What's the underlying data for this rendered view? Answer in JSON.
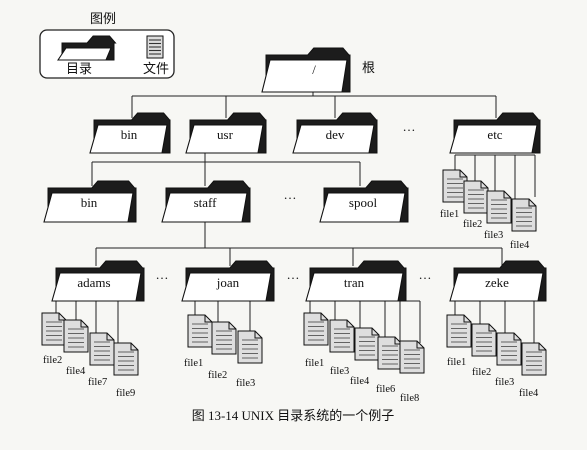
{
  "legend": {
    "title": "图例",
    "dir_label": "目录",
    "file_label": "文件"
  },
  "root": {
    "name": "/",
    "note": "根"
  },
  "level1": {
    "dirs": [
      "bin",
      "usr",
      "dev",
      "etc"
    ],
    "ellipsis": "…",
    "etc_files": [
      "file1",
      "file2",
      "file3",
      "file4"
    ]
  },
  "level2": {
    "dirs": [
      "bin",
      "staff",
      "spool"
    ],
    "ellipsis": "…"
  },
  "level3": {
    "ellipsis": "…",
    "users": [
      {
        "name": "adams",
        "files": [
          "file2",
          "file4",
          "file7",
          "file9"
        ]
      },
      {
        "name": "joan",
        "files": [
          "file1",
          "file2",
          "file3"
        ]
      },
      {
        "name": "tran",
        "files": [
          "file1",
          "file3",
          "file4",
          "file6",
          "file8"
        ]
      },
      {
        "name": "zeke",
        "files": [
          "file1",
          "file2",
          "file3",
          "file4"
        ]
      }
    ]
  },
  "caption": "图 13-14   UNIX 目录系统的一个例子"
}
